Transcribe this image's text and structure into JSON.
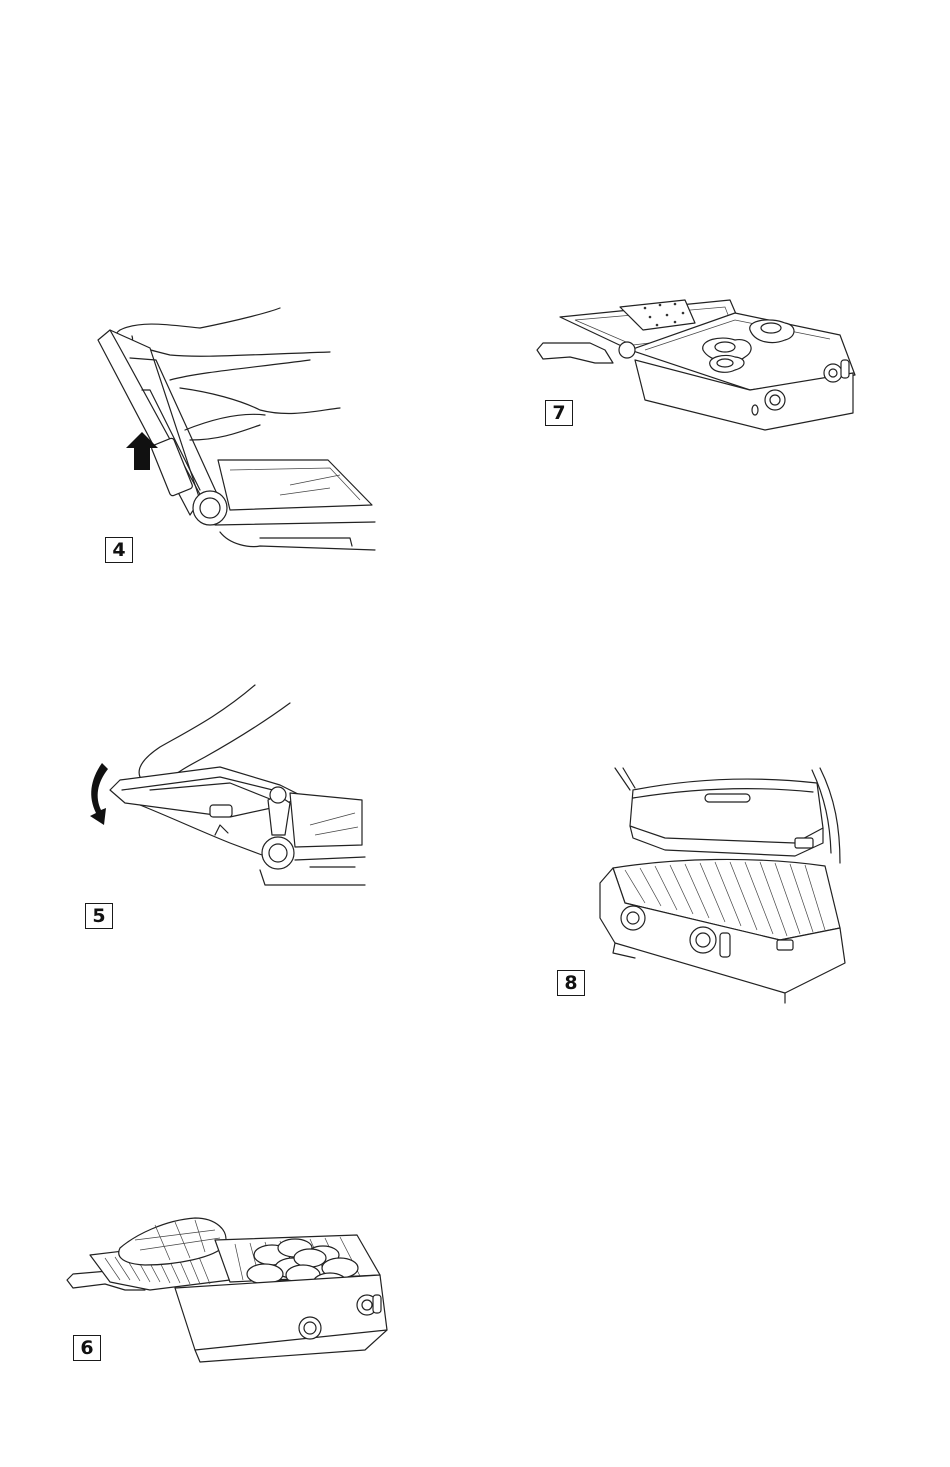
{
  "figures": [
    {
      "id": "fig-4",
      "label": "4",
      "description_icon": "lift-upper-plate-arrow-icon"
    },
    {
      "id": "fig-5",
      "label": "5",
      "description_icon": "lower-handle-curved-arrow-icon"
    },
    {
      "id": "fig-6",
      "label": "6",
      "description_icon": "grill-open-flat-burgers-icon"
    },
    {
      "id": "fig-7",
      "label": "7",
      "description_icon": "griddle-open-sandwich-eggs-icon"
    },
    {
      "id": "fig-8",
      "label": "8",
      "description_icon": "grill-lid-raised-icon"
    }
  ]
}
